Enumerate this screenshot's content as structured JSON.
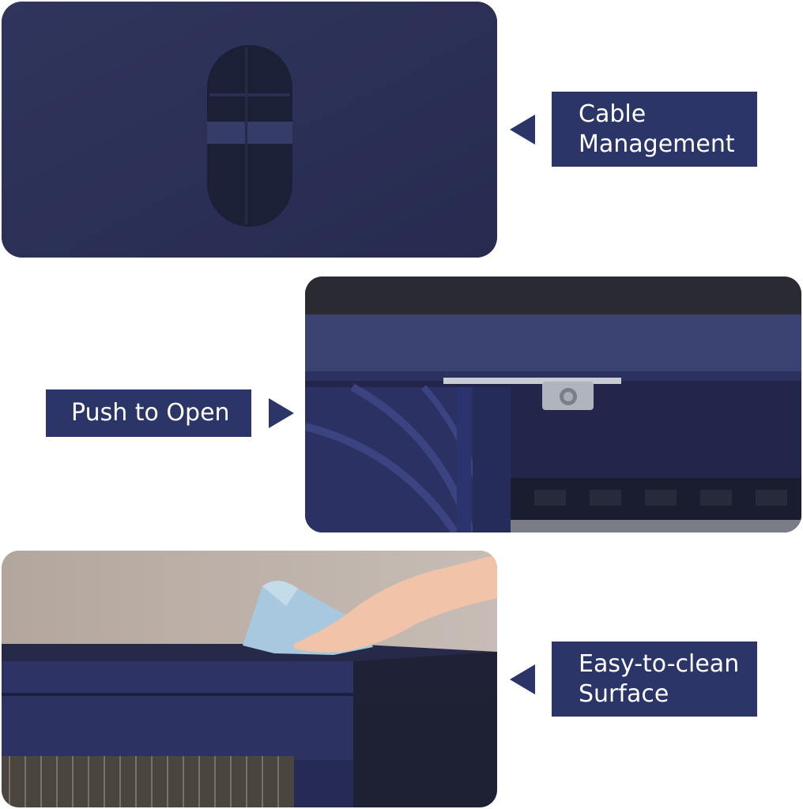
{
  "features": [
    {
      "id": "cable",
      "label_lines": [
        "Cable",
        "Management"
      ]
    },
    {
      "id": "push",
      "label_lines": [
        "Push to Open"
      ]
    },
    {
      "id": "clean",
      "label_lines": [
        "Easy-to-clean",
        "Surface"
      ]
    }
  ],
  "colors": {
    "label_bg": "#2b3567",
    "label_text": "#ffffff",
    "panel_navy": "#2b3157",
    "background": "#ffffff"
  }
}
